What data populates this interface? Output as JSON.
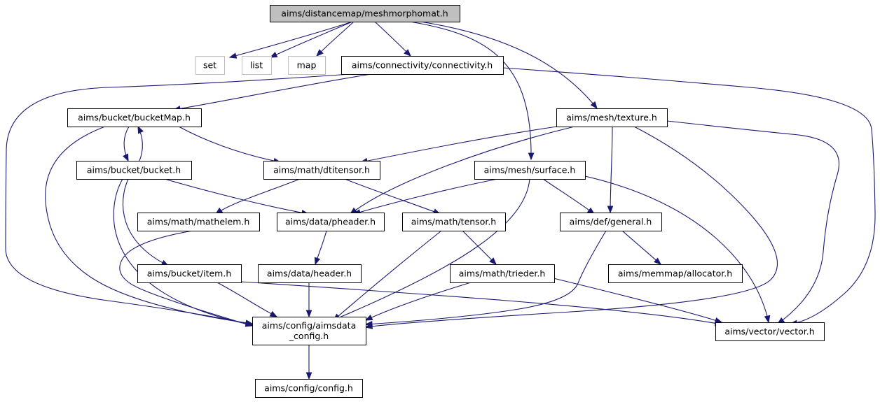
{
  "diagram": {
    "nodes": {
      "root": {
        "label": "aims/distancemap/meshmorphomat.h",
        "style": "root"
      },
      "set": {
        "label": "set",
        "style": "external"
      },
      "list": {
        "label": "list",
        "style": "external"
      },
      "map": {
        "label": "map",
        "style": "external"
      },
      "connectivity": {
        "label": "aims/connectivity/connectivity.h",
        "style": "normal"
      },
      "texture": {
        "label": "aims/mesh/texture.h",
        "style": "normal"
      },
      "bucketMap": {
        "label": "aims/bucket/bucketMap.h",
        "style": "normal"
      },
      "bucket": {
        "label": "aims/bucket/bucket.h",
        "style": "normal"
      },
      "dtitensor": {
        "label": "aims/math/dtitensor.h",
        "style": "normal"
      },
      "surface": {
        "label": "aims/mesh/surface.h",
        "style": "normal"
      },
      "mathelem": {
        "label": "aims/math/mathelem.h",
        "style": "normal"
      },
      "pheader": {
        "label": "aims/data/pheader.h",
        "style": "normal"
      },
      "tensor": {
        "label": "aims/math/tensor.h",
        "style": "normal"
      },
      "general": {
        "label": "aims/def/general.h",
        "style": "normal"
      },
      "item": {
        "label": "aims/bucket/item.h",
        "style": "normal"
      },
      "header": {
        "label": "aims/data/header.h",
        "style": "normal"
      },
      "trieder": {
        "label": "aims/math/trieder.h",
        "style": "normal"
      },
      "allocator": {
        "label": "aims/memmap/allocator.h",
        "style": "normal"
      },
      "aimsdata_config": {
        "label": "aims/config/aimsdata\n_config.h",
        "style": "normal"
      },
      "vector": {
        "label": "aims/vector/vector.h",
        "style": "normal"
      },
      "config": {
        "label": "aims/config/config.h",
        "style": "normal"
      }
    },
    "edges": [
      [
        "root",
        "set"
      ],
      [
        "root",
        "list"
      ],
      [
        "root",
        "map"
      ],
      [
        "root",
        "connectivity"
      ],
      [
        "root",
        "surface"
      ],
      [
        "root",
        "texture"
      ],
      [
        "connectivity",
        "bucketMap"
      ],
      [
        "connectivity",
        "aimsdata_config"
      ],
      [
        "connectivity",
        "vector"
      ],
      [
        "bucketMap",
        "bucket"
      ],
      [
        "bucket",
        "bucketMap"
      ],
      [
        "bucketMap",
        "dtitensor"
      ],
      [
        "bucketMap",
        "aimsdata_config"
      ],
      [
        "bucket",
        "pheader"
      ],
      [
        "bucket",
        "item"
      ],
      [
        "bucket",
        "aimsdata_config"
      ],
      [
        "texture",
        "dtitensor"
      ],
      [
        "texture",
        "pheader"
      ],
      [
        "texture",
        "general"
      ],
      [
        "texture",
        "aimsdata_config"
      ],
      [
        "texture",
        "vector"
      ],
      [
        "dtitensor",
        "mathelem"
      ],
      [
        "dtitensor",
        "tensor"
      ],
      [
        "surface",
        "pheader"
      ],
      [
        "surface",
        "general"
      ],
      [
        "surface",
        "aimsdata_config"
      ],
      [
        "surface",
        "vector"
      ],
      [
        "mathelem",
        "aimsdata_config"
      ],
      [
        "pheader",
        "header"
      ],
      [
        "tensor",
        "trieder"
      ],
      [
        "tensor",
        "aimsdata_config"
      ],
      [
        "general",
        "allocator"
      ],
      [
        "general",
        "aimsdata_config"
      ],
      [
        "item",
        "aimsdata_config"
      ],
      [
        "item",
        "vector"
      ],
      [
        "header",
        "aimsdata_config"
      ],
      [
        "trieder",
        "aimsdata_config"
      ],
      [
        "trieder",
        "vector"
      ],
      [
        "aimsdata_config",
        "config"
      ]
    ]
  }
}
